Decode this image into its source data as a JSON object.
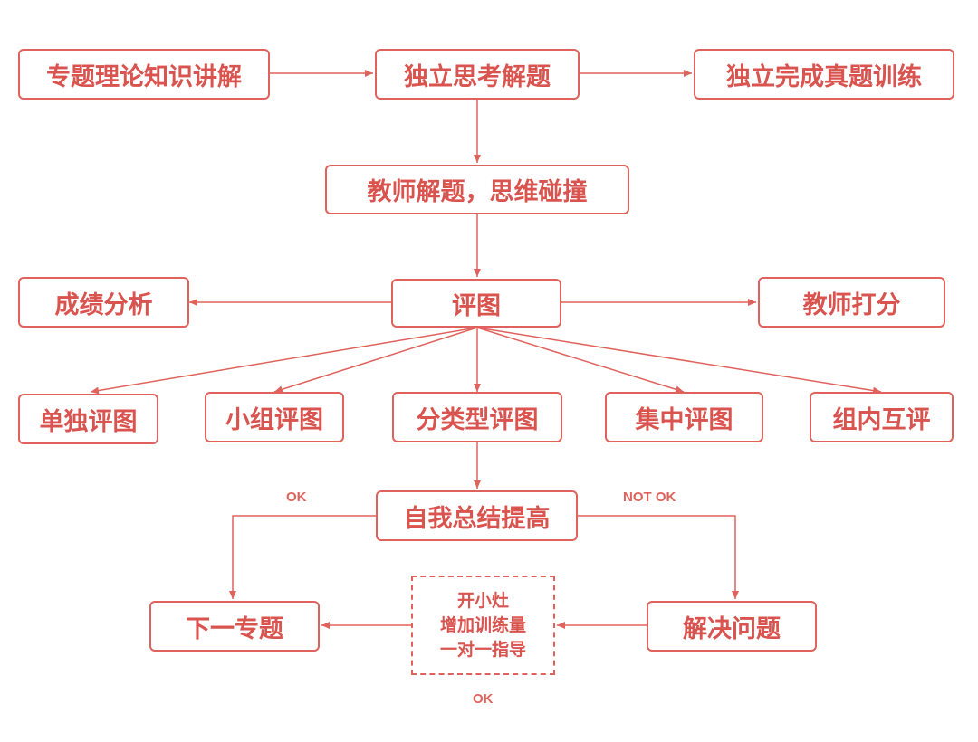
{
  "colors": {
    "accent": "#e0625c",
    "text": "#d9534f"
  },
  "nodes": {
    "topic_lecture": "专题理论知识讲解",
    "independent_thinking": "独立思考解题",
    "exam_practice": "独立完成真题训练",
    "teacher_solve": "教师解题，思维碰撞",
    "review": "评图",
    "score_analysis": "成绩分析",
    "teacher_grading": "教师打分",
    "individual_review": "单独评图",
    "group_review": "小组评图",
    "category_review": "分类型评图",
    "centralized_review": "集中评图",
    "peer_review": "组内互评",
    "self_summary": "自我总结提高",
    "next_topic": "下一专题",
    "solve_problem": "解决问题"
  },
  "extra_help": [
    "开小灶",
    "增加训练量",
    "一对一指导"
  ],
  "edge_labels": {
    "ok_left": "OK",
    "not_ok": "NOT OK",
    "ok_bottom": "OK"
  }
}
